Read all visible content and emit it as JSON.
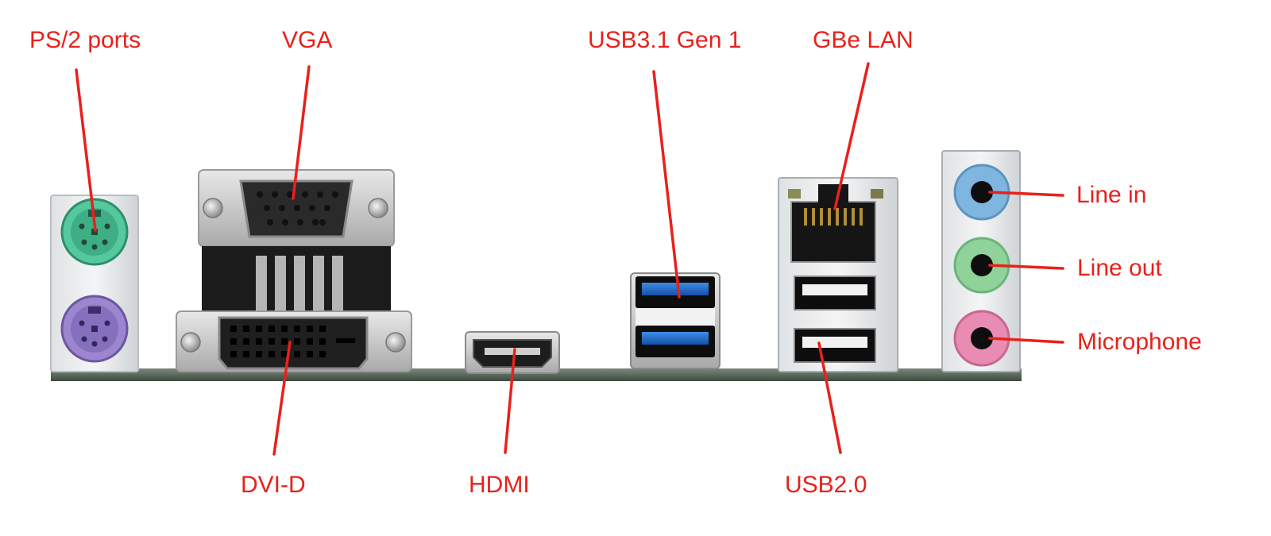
{
  "colors": {
    "label": "#e8211b",
    "leader": "#e8211b",
    "board": "#58675a",
    "shield": "#e9ebec",
    "ps2_keyboard": "#55c89d",
    "ps2_mouse": "#9b86cf",
    "usb3_blue": "#1f6fd0",
    "audio_line_in": "#7fb6e0",
    "audio_line_out": "#8fd29a",
    "audio_mic": "#e98cb3"
  },
  "labels": {
    "ps2": "PS/2 ports",
    "vga": "VGA",
    "usb31": "USB3.1 Gen 1",
    "gbe_lan": "GBe LAN",
    "line_in": "Line in",
    "line_out": "Line out",
    "microphone": "Microphone",
    "dvi_d": "DVI-D",
    "hdmi": "HDMI",
    "usb20": "USB2.0"
  }
}
